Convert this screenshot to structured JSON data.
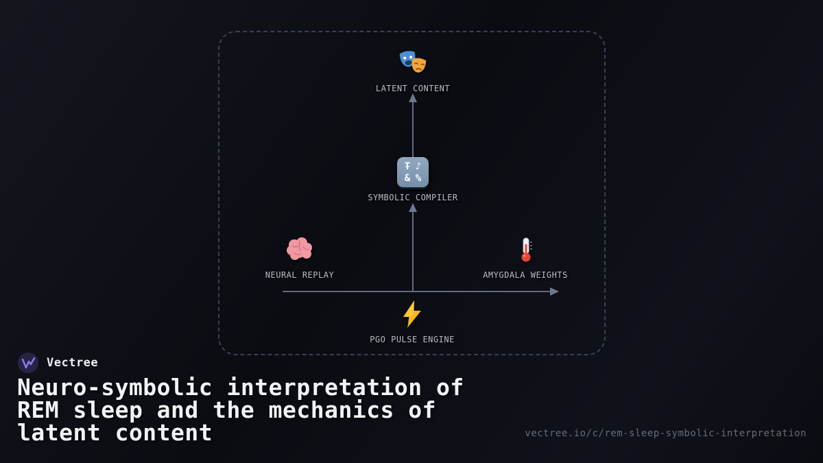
{
  "colors": {
    "bg-start": "#14161f",
    "bg-end": "#0b0c12",
    "frame-border": "#3a4156",
    "line-color": "#6f7890",
    "label-color": "#b8bdc9",
    "heading-color": "#f2f3f6",
    "url-color": "#666b7b",
    "brand-color": "#edeff4",
    "accent": "#8f7df2",
    "mask-blue": "#4d8fd6",
    "mask-orange": "#f0a43c",
    "brain-pink": "#f198a2",
    "thermo-red": "#e8453a",
    "bolt-yellow": "#f7b71d"
  },
  "brand": {
    "name": "Vectree",
    "logo_icon": "vectree-mark"
  },
  "heading": {
    "title": "Neuro-symbolic interpretation of REM sleep and the mechanics of latent content"
  },
  "link": {
    "url": "vectree.io/c/rem-sleep-symbolic-interpretation"
  },
  "diagram": {
    "compiler_glyphs": [
      "Ŧ",
      "♪",
      "&",
      "%"
    ],
    "nodes": [
      {
        "id": "latent-content",
        "label": "LATENT CONTENT",
        "icon": "theater-masks-icon"
      },
      {
        "id": "symbolic-compiler",
        "label": "SYMBOLIC COMPILER",
        "icon": "input-symbols-icon"
      },
      {
        "id": "neural-replay",
        "label": "NEURAL REPLAY",
        "icon": "brain-icon"
      },
      {
        "id": "amygdala-weights",
        "label": "AMYGDALA WEIGHTS",
        "icon": "thermometer-icon"
      },
      {
        "id": "pgo-pulse-engine",
        "label": "PGO PULSE ENGINE",
        "icon": "lightning-bolt-icon"
      }
    ],
    "edges": [
      {
        "from": "symbolic-compiler",
        "to": "latent-content"
      },
      {
        "from": "pgo-pulse-engine",
        "to": "symbolic-compiler"
      },
      {
        "from": "neural-replay",
        "to": "amygdala-weights"
      }
    ]
  }
}
